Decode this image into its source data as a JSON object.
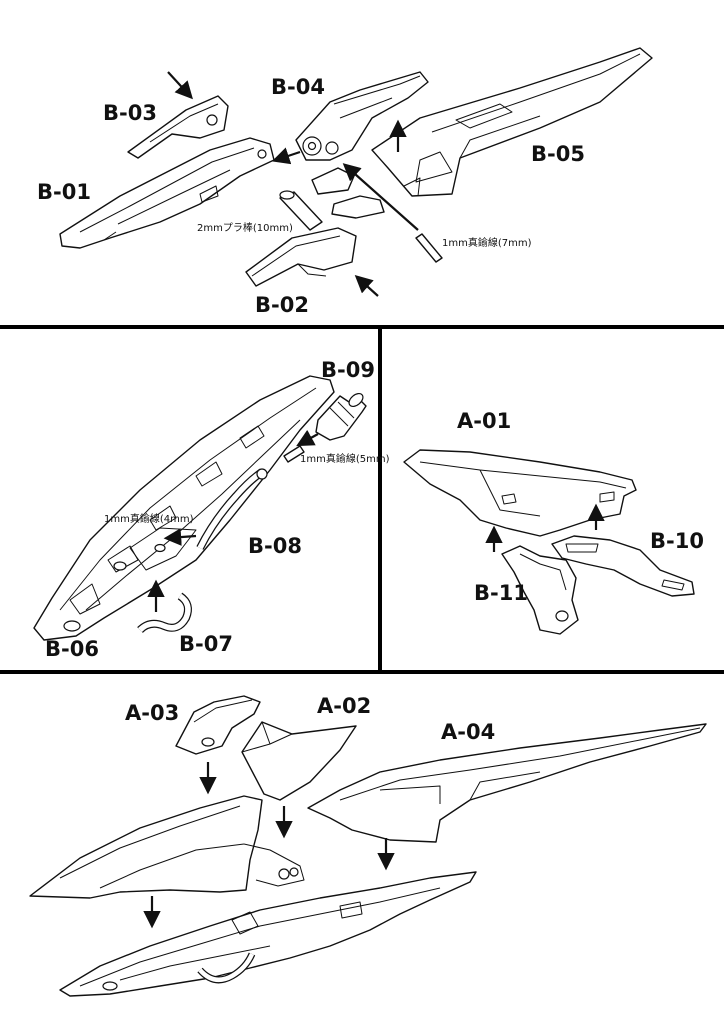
{
  "panels": {
    "top": {
      "labels": [
        "B-03",
        "B-04",
        "B-05",
        "B-01",
        "B-02"
      ],
      "notes": [
        "2mmプラ棒(10mm)",
        "1mm真鍮線(7mm)"
      ]
    },
    "middle_left": {
      "labels": [
        "B-09",
        "B-08",
        "B-06",
        "B-07"
      ],
      "notes": [
        "1mm真鍮線(5mm)",
        "1mm真鍮線(4mm)"
      ]
    },
    "middle_right": {
      "labels": [
        "A-01",
        "B-10",
        "B-11"
      ]
    },
    "bottom": {
      "labels": [
        "A-03",
        "A-02",
        "A-04"
      ]
    }
  }
}
